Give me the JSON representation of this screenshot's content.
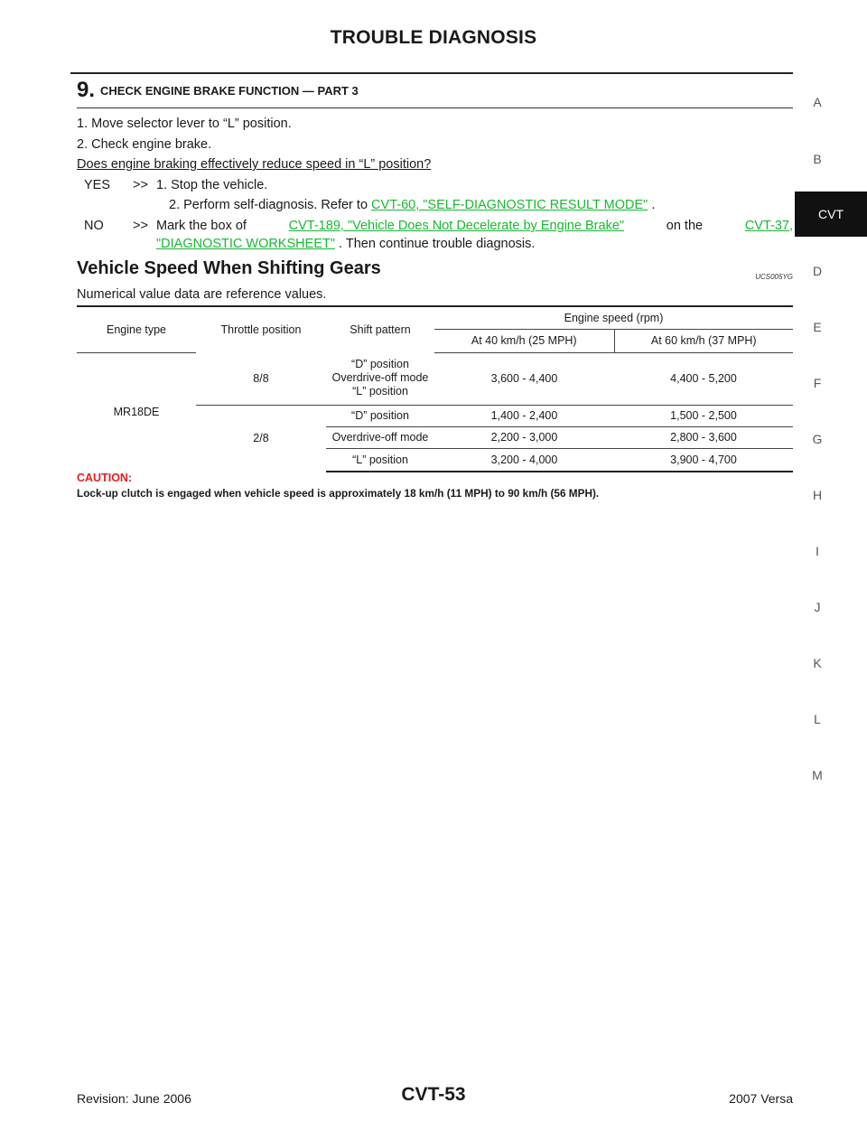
{
  "header": {
    "title": "TROUBLE DIAGNOSIS"
  },
  "side_index": {
    "letters": [
      "A",
      "B",
      "CVT",
      "D",
      "E",
      "F",
      "G",
      "H",
      "I",
      "J",
      "K",
      "L",
      "M"
    ],
    "active": "CVT"
  },
  "step": {
    "number": "9.",
    "title": "CHECK ENGINE BRAKE FUNCTION — PART 3",
    "items": [
      "1. Move selector lever to “L” position.",
      "2. Check engine brake."
    ],
    "question": "Does engine braking effectively reduce speed in “L” position?",
    "yes_label": "YES",
    "yes_arrow": ">>",
    "yes_line1": "1. Stop the vehicle.",
    "yes_line2_prefix": "2. Perform self-diagnosis. Refer to",
    "yes_line2_link": "CVT-60, \"SELF-DIAGNOSTIC RESULT MODE\"",
    "yes_line2_suffix": ".",
    "no_label": "NO",
    "no_arrow": ">>",
    "no_prefix": "Mark the box of",
    "no_link1": "CVT-189, \"Vehicle Does Not Decelerate by Engine Brake\"",
    "no_middle": "on the",
    "no_link2a": "CVT-37,",
    "no_link2b": "\"DIAGNOSTIC WORKSHEET\"",
    "no_suffix": ". Then continue trouble diagnosis."
  },
  "section": {
    "title": "Vehicle Speed When Shifting Gears",
    "id": "UCS005YG",
    "intro": "Numerical value data are reference values."
  },
  "table": {
    "headers": {
      "engine_type": "Engine type",
      "throttle": "Throttle position",
      "shift": "Shift pattern",
      "speed_group": "Engine speed (rpm)",
      "at40": "At 40 km/h (25 MPH)",
      "at60": "At 60 km/h (37 MPH)"
    },
    "engine": "MR18DE",
    "group1": {
      "throttle": "8/8",
      "shift_lines": [
        "“D” position",
        "Overdrive-off mode",
        "“L” position"
      ],
      "at40": "3,600 - 4,400",
      "at60": "4,400 - 5,200"
    },
    "group2": {
      "throttle": "2/8",
      "rows": [
        {
          "shift": "“D” position",
          "at40": "1,400 - 2,400",
          "at60": "1,500 - 2,500"
        },
        {
          "shift": "Overdrive-off mode",
          "at40": "2,200 - 3,000",
          "at60": "2,800 - 3,600"
        },
        {
          "shift": "“L” position",
          "at40": "3,200 - 4,000",
          "at60": "3,900 - 4,700"
        }
      ]
    }
  },
  "caution": {
    "label": "CAUTION:",
    "text": "Lock-up clutch is engaged when vehicle speed is approximately 18 km/h (11 MPH) to 90 km/h (56 MPH)."
  },
  "footer": {
    "revision": "Revision: June 2006",
    "page": "CVT-53",
    "model": "2007 Versa"
  }
}
